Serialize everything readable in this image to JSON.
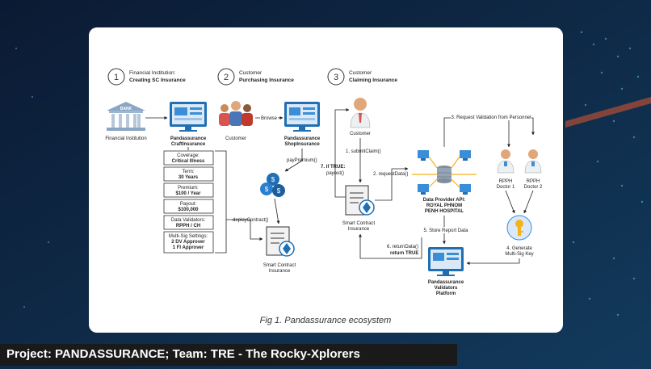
{
  "steps": [
    {
      "number": "1",
      "role": "Financial Institution:",
      "action": "Creating SC Insurance"
    },
    {
      "number": "2",
      "role": "Customer",
      "action": "Purchasing Insurance"
    },
    {
      "number": "3",
      "role": "Customer",
      "action": "Claiming Insurance"
    }
  ],
  "nodes": {
    "bank_icon_text": "BANK",
    "financial_institution": "Financial Institution",
    "craft_line1": "Pandassurance",
    "craft_line2": "CraftInsurance",
    "customer1": "Customer",
    "browse": "Browse",
    "shop_line1": "Pandassurance",
    "shop_line2": "ShopInsurance",
    "pay_premium": "payPremium()",
    "deploy_contract": "deployContract()",
    "sc1_line1": "Smart Contract",
    "sc1_line2": "Insurance",
    "customer2": "Customer",
    "submit_claim": "1. submitClaim()",
    "if_true": "7. if TRUE:",
    "payout": "payout()",
    "request_data": "2. requestData()",
    "sc2_line1": "Smart Contract",
    "sc2_line2": "Insurance",
    "return_data_line1": "6. returnData()",
    "return_data_line2": "return TRUE",
    "request_validation": "3. Request Validation from Personnel",
    "provider_line1": "Data Provider API:",
    "provider_line2": "ROYAL PHNOM",
    "provider_line3": "PENH HOSPITAL",
    "store_report": "5. Store Report Data",
    "doctor1_line1": "RPPH",
    "doctor1_line2": "Doctor 1",
    "doctor2_line1": "RPPH",
    "doctor2_line2": "Doctor 2",
    "generate_line1": "4. Generate",
    "generate_line2": "Multi-Sig Key",
    "validators_line1": "Pandassurance",
    "validators_line2": "Validators",
    "validators_line3": "Platform"
  },
  "settings": [
    {
      "label": "Coverage:",
      "value": "Critical Illness"
    },
    {
      "label": "Term:",
      "value": "30 Years"
    },
    {
      "label": "Premium:",
      "value": "$100 / Year"
    },
    {
      "label": "Payout:",
      "value": "$100,000"
    },
    {
      "label": "Data Validators:",
      "value": "RPPH / CH"
    },
    {
      "label": "Multi-Sig Settings:",
      "value": "2 DV Approver",
      "value2": "1 FI Approver"
    }
  ],
  "caption": "Fig 1. Pandassurance ecosystem",
  "banner": "Project: PANDASSURANCE; Team: TRE - The Rocky-Xplorers",
  "colors": {
    "background": "#0b1a33",
    "card": "#ffffff",
    "banner": "#1a1a1a",
    "accent_blue": "#1f6fb5",
    "key_gold": "#f3b31a"
  }
}
